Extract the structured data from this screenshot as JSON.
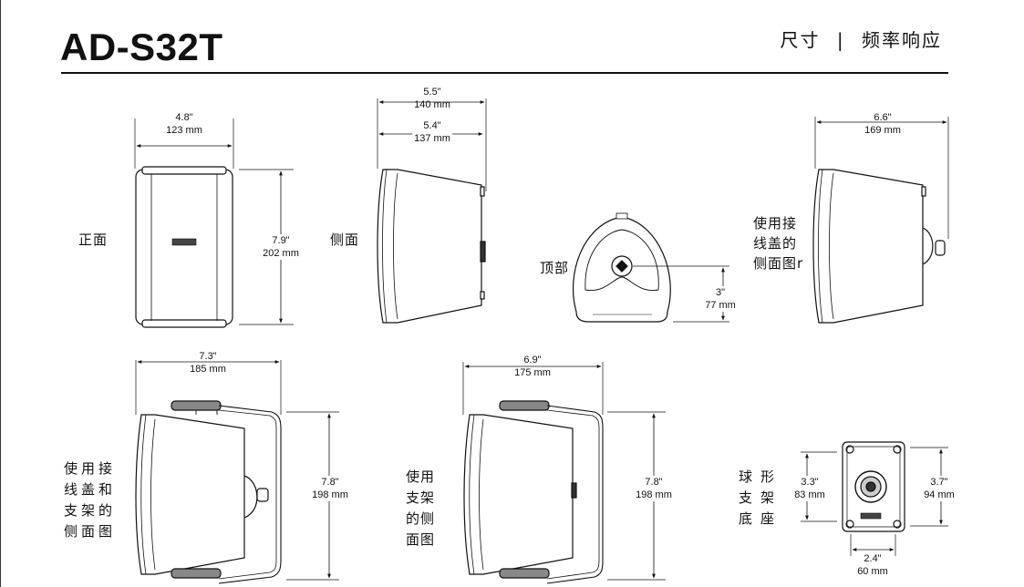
{
  "header": {
    "title": "AD-S32T",
    "section_a": "尺寸",
    "separator": "|",
    "section_b": "频率响应"
  },
  "views": {
    "front": {
      "label": "正面",
      "width_in": "4.8\"",
      "width_mm": "123 mm",
      "height_in": "7.9\"",
      "height_mm": "202 mm"
    },
    "side": {
      "label": "侧面",
      "depth_in": "5.5\"",
      "depth_mm": "140 mm",
      "depth2_in": "5.4\"",
      "depth2_mm": "137 mm"
    },
    "top": {
      "label": "顶部",
      "dim_in": "3\"",
      "dim_mm": "77 mm"
    },
    "side_cover": {
      "label_lines": [
        "使用接",
        "线盖的",
        "侧面图r"
      ],
      "depth_in": "6.6\"",
      "depth_mm": "169 mm"
    },
    "side_cover_bracket": {
      "label_lines": [
        "使用接",
        "线盖和",
        "支架的",
        "侧面图"
      ],
      "width_in": "7.3\"",
      "width_mm": "185 mm",
      "height_in": "7.8\"",
      "height_mm": "198 mm"
    },
    "side_bracket": {
      "label_lines": [
        "使用",
        "支架",
        "的侧",
        "面图"
      ],
      "width_in": "6.9\"",
      "width_mm": "175 mm",
      "height_in": "7.8\"",
      "height_mm": "198 mm"
    },
    "ball_mount": {
      "label_lines": [
        "球形",
        "支架",
        "底座"
      ],
      "left_in": "3.3\"",
      "left_mm": "83 mm",
      "right_in": "3.7\"",
      "right_mm": "94 mm",
      "bottom_in": "2.4\"",
      "bottom_mm": "60 mm"
    }
  }
}
